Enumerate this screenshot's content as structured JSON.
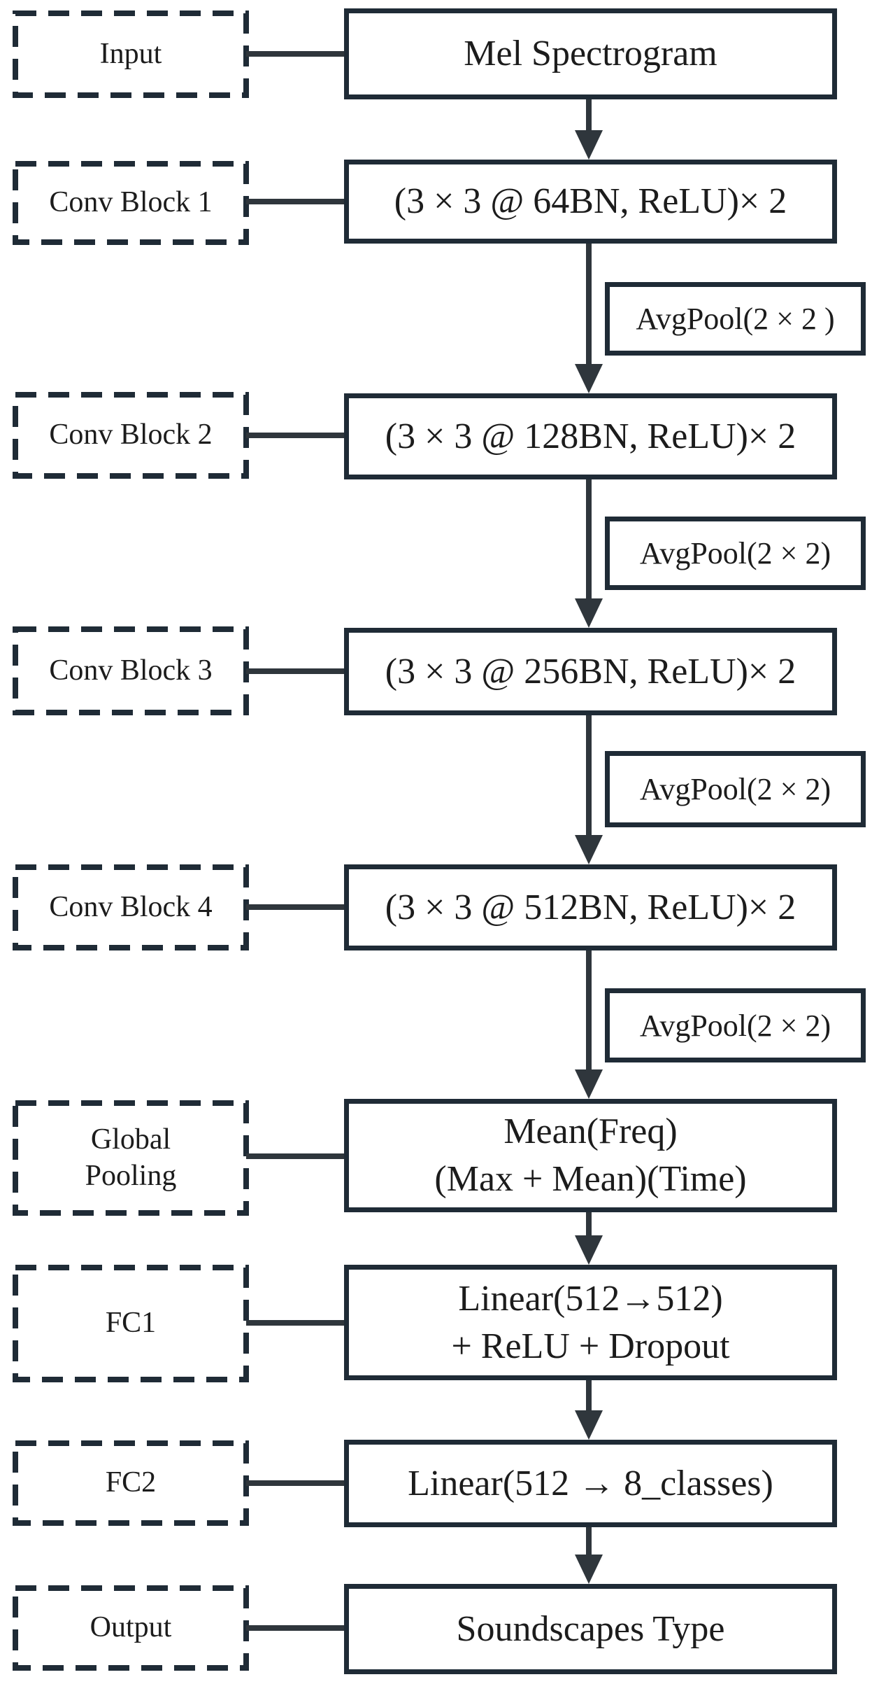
{
  "rows": [
    {
      "label": "Input",
      "box": "Mel Spectrogram"
    },
    {
      "label": "Conv Block 1",
      "box": "(3 × 3 @ 64BN, ReLU)× 2"
    },
    {
      "label": "Conv Block 2",
      "box": "(3 × 3 @ 128BN, ReLU)× 2"
    },
    {
      "label": "Conv Block 3",
      "box": "(3 × 3 @ 256BN, ReLU)× 2"
    },
    {
      "label": "Conv Block 4",
      "box": "(3 × 3 @ 512BN, ReLU)× 2"
    },
    {
      "label": "Global\nPooling",
      "box": "Mean(Freq)\n(Max + Mean)(Time)"
    },
    {
      "label": "FC1",
      "box": "Linear(512→512)\n+ ReLU + Dropout"
    },
    {
      "label": "FC2",
      "box": "Linear(512 → 8_classes)"
    },
    {
      "label": "Output",
      "box": "Soundscapes Type"
    }
  ],
  "pools": [
    "AvgPool(2 × 2 )",
    "AvgPool(2 × 2)",
    "AvgPool(2 × 2)",
    "AvgPool(2 × 2)"
  ],
  "colors": {
    "stroke": "#1f2b36",
    "line": "#2f363c",
    "text": "#1c1c1c",
    "background": "#ffffff"
  }
}
